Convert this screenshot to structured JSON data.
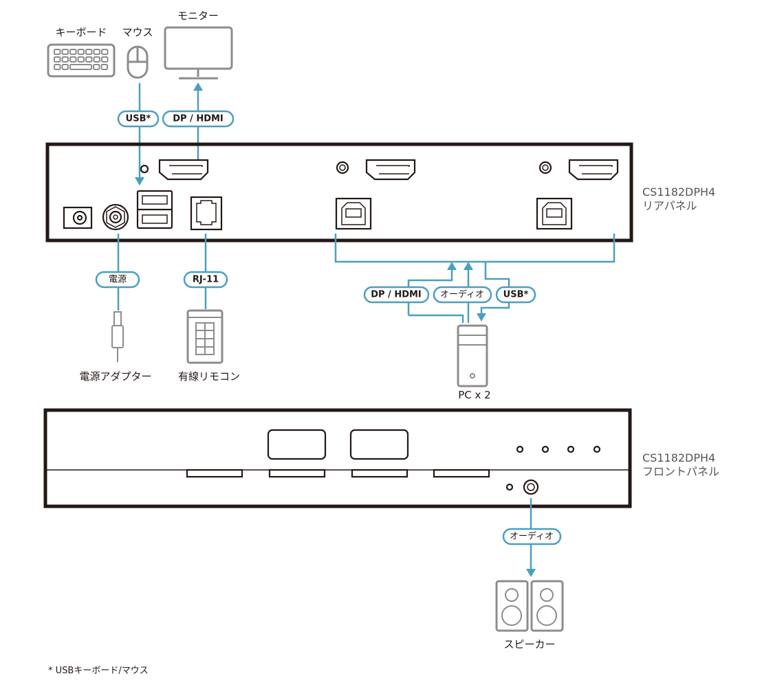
{
  "colors": {
    "wire": "#4b9ec0",
    "device_outline": "#231815",
    "peripheral_icon": "#8c8c8c",
    "model_text": "#555555"
  },
  "peripherals": {
    "keyboard": {
      "label": "キーボード",
      "icon": "keyboard-icon"
    },
    "mouse": {
      "label": "マウス",
      "icon": "mouse-icon"
    },
    "monitor": {
      "label": "モニター",
      "icon": "monitor-icon"
    },
    "power_adapter": {
      "label": "電源アダプター",
      "icon": "power-plug-icon"
    },
    "remote": {
      "label": "有線リモコン",
      "icon": "remote-keypad-icon"
    },
    "pc": {
      "label": "PC x 2",
      "icon": "pc-tower-icon"
    },
    "speakers": {
      "label": "スピーカー",
      "icon": "speaker-icon"
    }
  },
  "connections": {
    "usb_console": "USB*",
    "dp_hdmi_console": "DP / HDMI",
    "power": "電源",
    "rj11": "RJ-11",
    "dp_hdmi_pc": "DP / HDMI",
    "audio_pc": "オーディオ",
    "usb_pc": "USB*",
    "audio_front": "オーディオ"
  },
  "panels": {
    "rear": {
      "model": "CS1182DPH4",
      "name": "リアパネル"
    },
    "front": {
      "model": "CS1182DPH4",
      "name": "フロントパネル"
    }
  },
  "footnote": "* USBキーボード/マウス"
}
